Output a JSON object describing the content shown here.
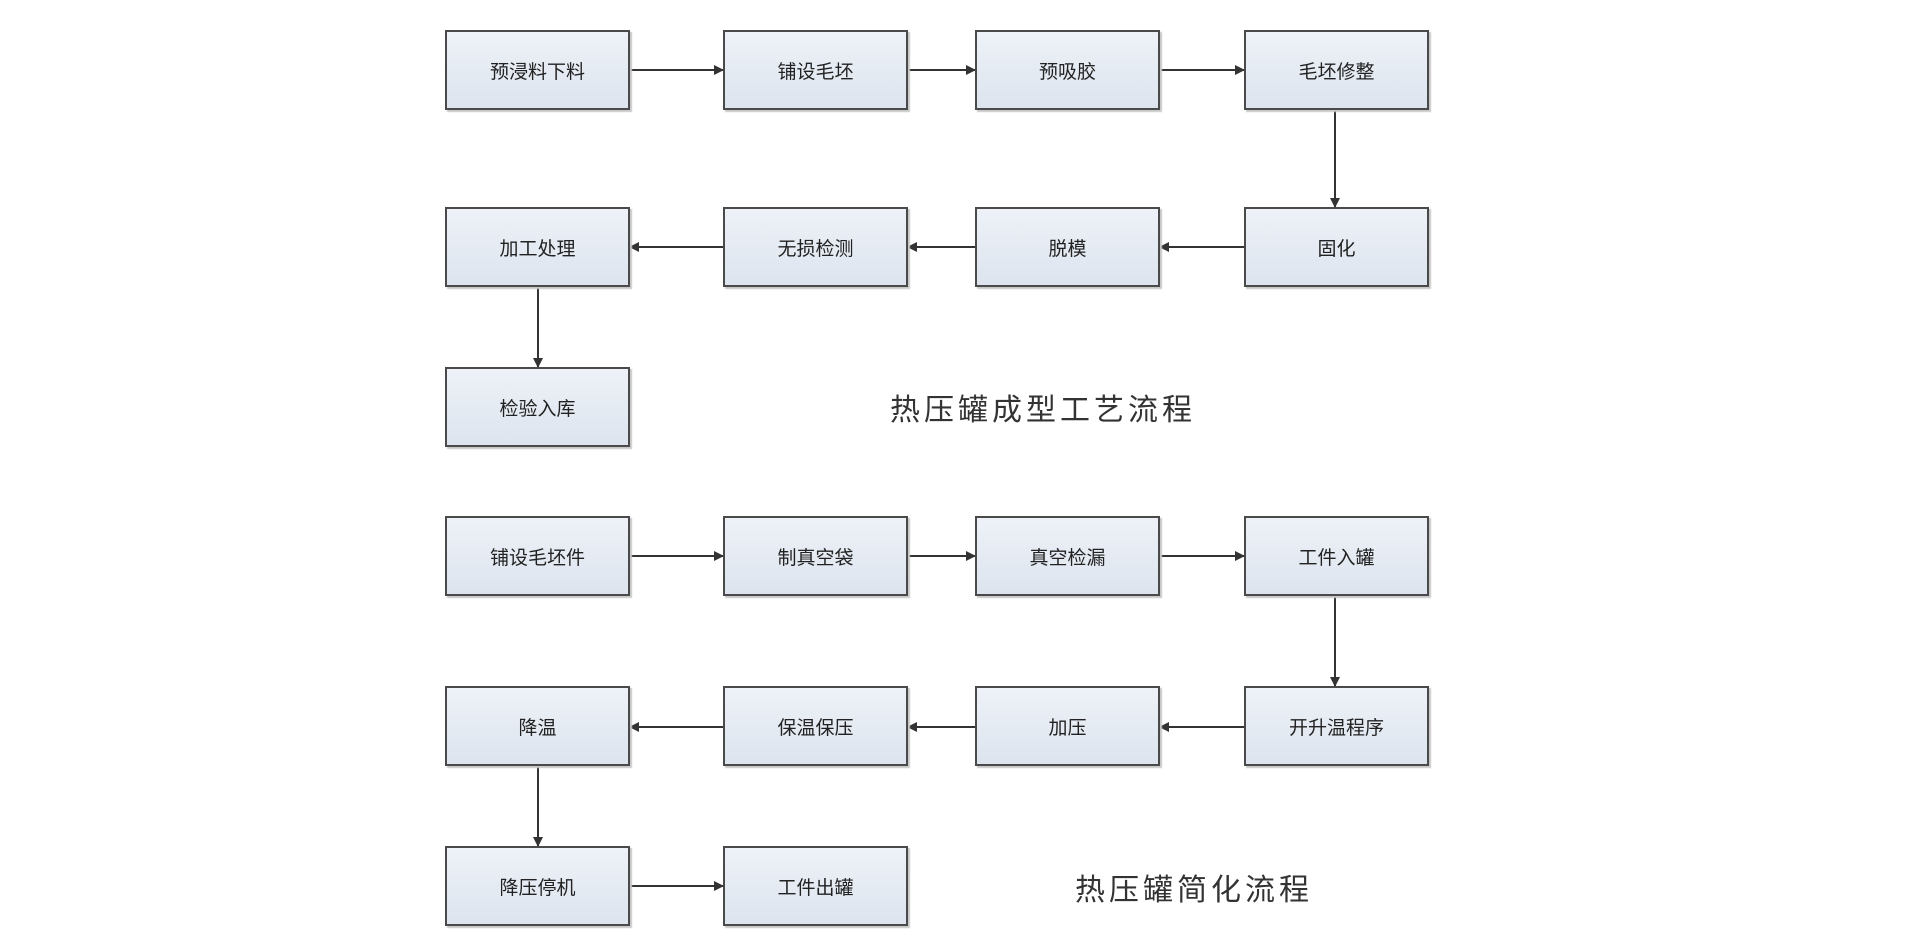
{
  "diagram1": {
    "title": "热压罐成型工艺流程",
    "nodes": [
      "预浸料下料",
      "铺设毛坯",
      "预吸胶",
      "毛坯修整",
      "固化",
      "脱模",
      "无损检测",
      "加工处理",
      "检验入库"
    ]
  },
  "diagram2": {
    "title": "热压罐简化流程",
    "nodes": [
      "铺设毛坯件",
      "制真空袋",
      "真空检漏",
      "工件入罐",
      "开升温程序",
      "加压",
      "保温保压",
      "降温",
      "降压停机",
      "工件出罐"
    ]
  },
  "colors": {
    "border": "#4a4a4a",
    "fill": "#e6ebf3",
    "arrow": "#333333"
  }
}
